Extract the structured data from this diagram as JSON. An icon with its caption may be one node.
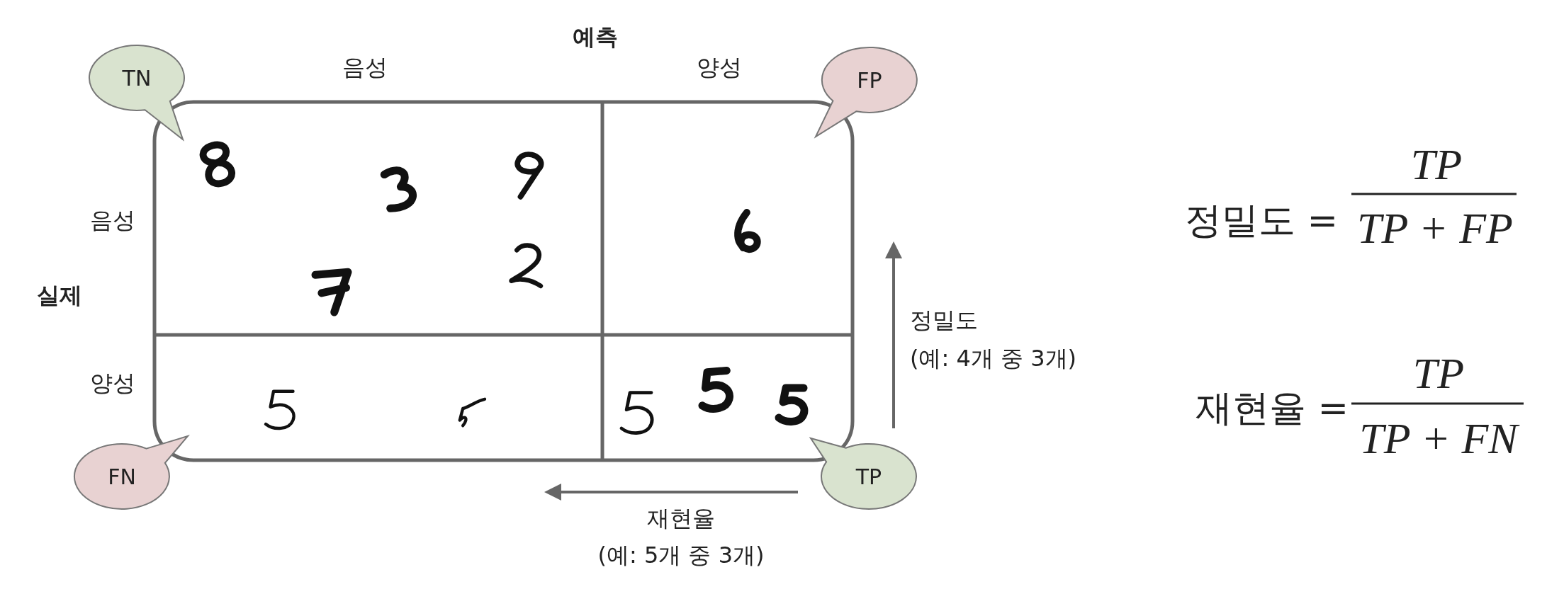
{
  "diagram": {
    "nodes": [
      {
        "text": [
          "TN"
        ]
      },
      {
        "text": [
          "FP"
        ]
      },
      {
        "text": [
          "FN"
        ]
      },
      {
        "text": [
          "TP"
        ]
      }
    ],
    "labels": [
      "예측",
      "음성",
      "양성",
      "실제",
      "음성",
      "양성",
      "정밀도",
      "(예: 4개 중 3개)",
      "재현율",
      "(예: 5개 중 3개)",
      "정밀도 =",
      "TP",
      "TP + FP",
      "재현율 =",
      "TP",
      "TP + FN"
    ]
  }
}
